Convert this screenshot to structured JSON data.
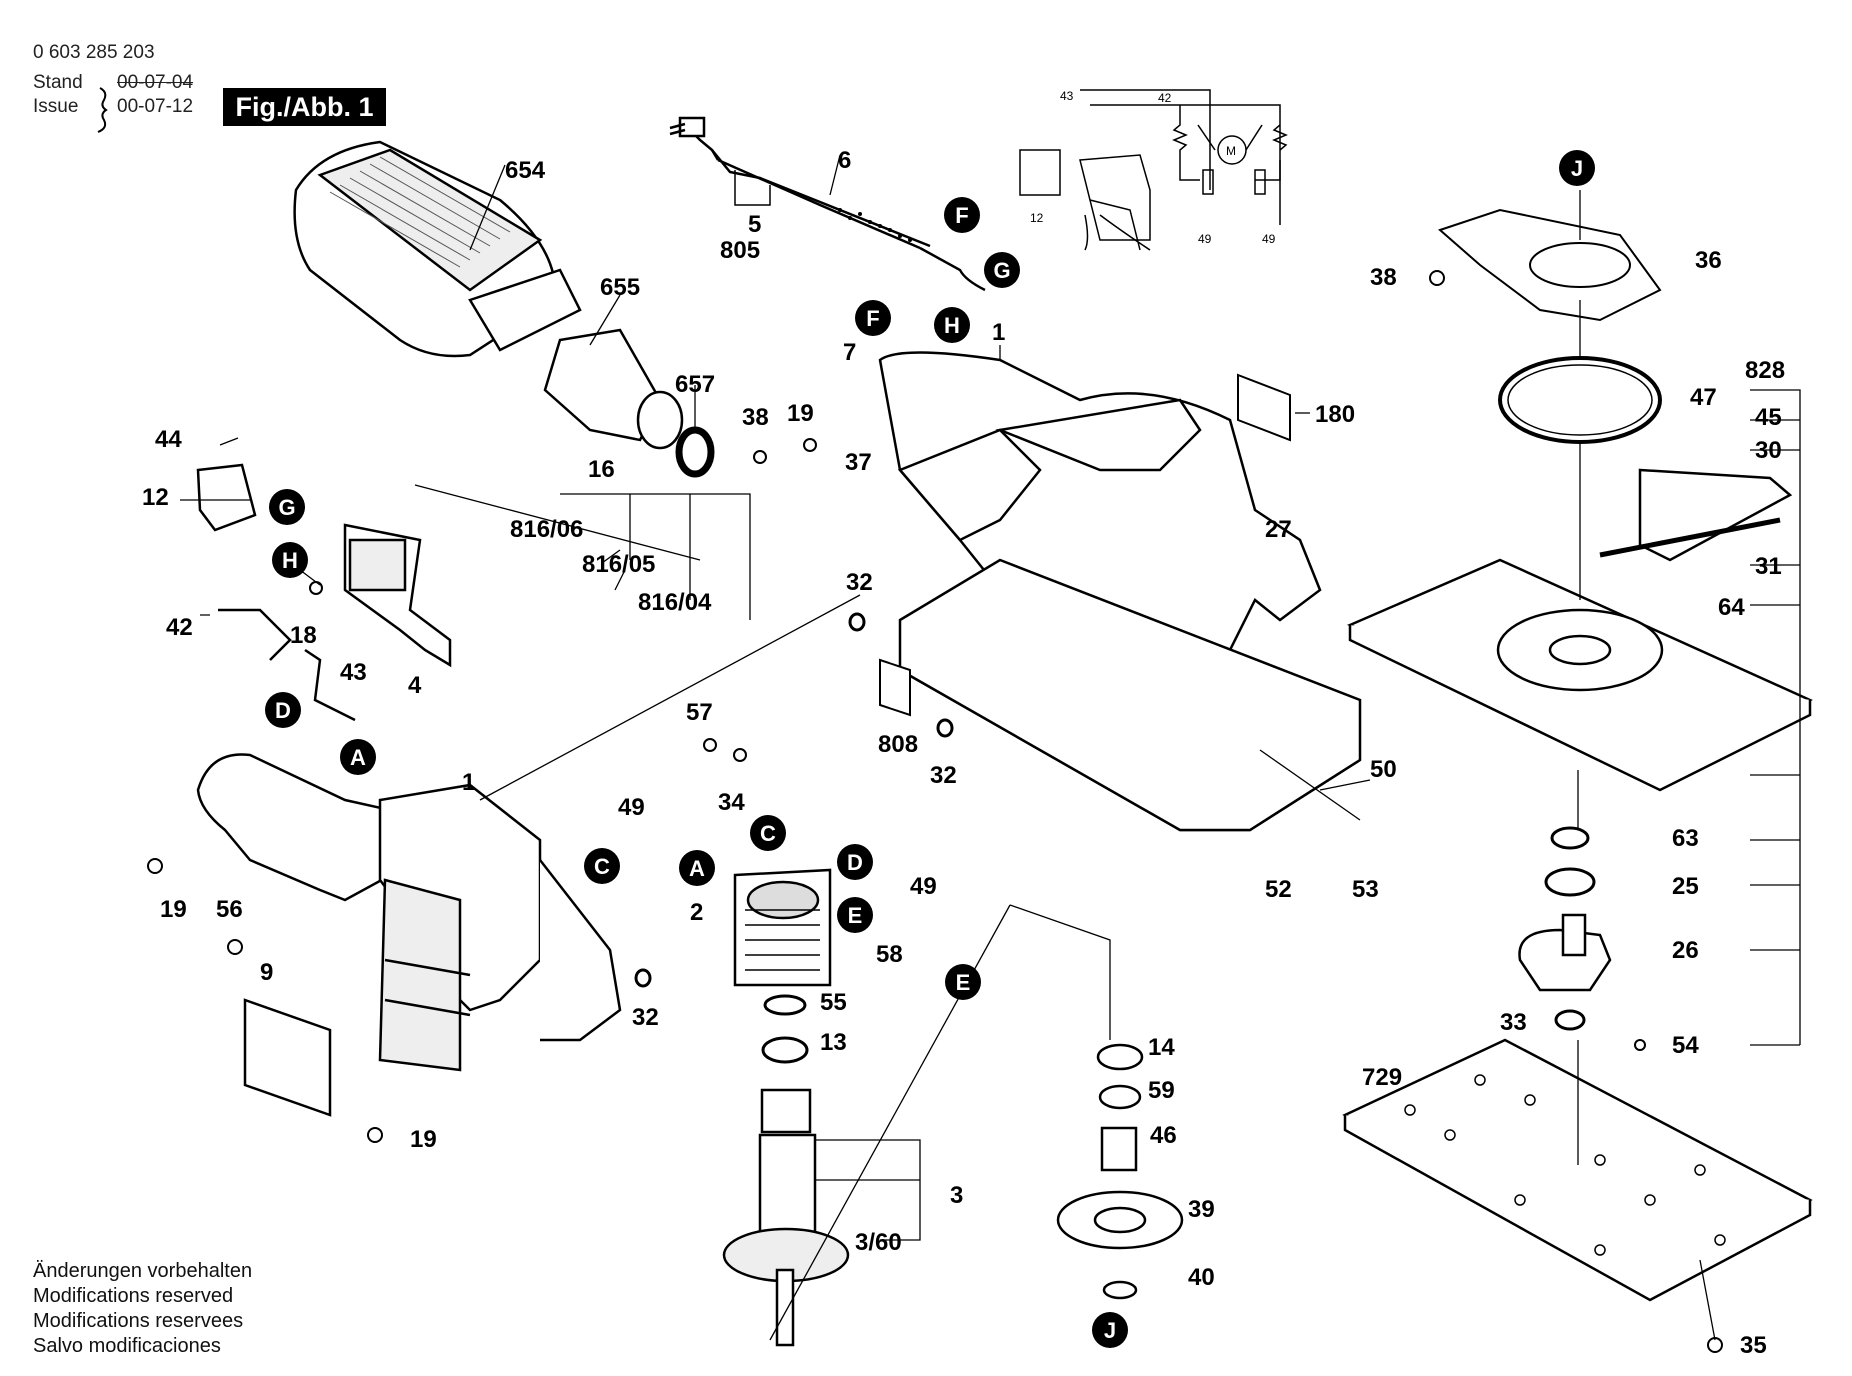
{
  "header": {
    "part_number": "0 603 285 203",
    "stand_label": "Stand",
    "stand_date": "00-07-04",
    "issue_label": "Issue",
    "issue_date": "00-07-12",
    "figure_label": "Fig./Abb. 1"
  },
  "footer_notes": [
    "Änderungen vorbehalten",
    "Modifications reserved",
    "Modifications reservees",
    "Salvo modificaciones"
  ],
  "parts": {
    "p654": "654",
    "p655": "655",
    "p657": "657",
    "p6": "6",
    "p5": "5",
    "p805": "805",
    "p1a": "1",
    "p1b": "1",
    "p7": "7",
    "p180": "180",
    "p38a": "38",
    "p19a": "19",
    "p37": "37",
    "p16": "16",
    "p816_06": "816/06",
    "p816_05": "816/05",
    "p816_04": "816/04",
    "p44": "44",
    "p12": "12",
    "p42": "42",
    "p18": "18",
    "p43": "43",
    "p4": "4",
    "p32a": "32",
    "p32b": "32",
    "p32c": "32",
    "p808": "808",
    "p57": "57",
    "p34": "34",
    "p49a": "49",
    "p49b": "49",
    "p27": "27",
    "p50": "50",
    "p52": "52",
    "p53": "53",
    "p19b": "19",
    "p56": "56",
    "p9": "9",
    "p19c": "19",
    "p2": "2",
    "p58": "58",
    "p55": "55",
    "p13": "13",
    "p3": "3",
    "p3_60": "3/60",
    "p14": "14",
    "p59": "59",
    "p46": "46",
    "p39": "39",
    "p40": "40",
    "p38b": "38",
    "p36": "36",
    "p828": "828",
    "p47": "47",
    "p45": "45",
    "p30": "30",
    "p31": "31",
    "p64": "64",
    "p63": "63",
    "p25": "25",
    "p26": "26",
    "p33": "33",
    "p54": "54",
    "p729": "729",
    "p35": "35"
  },
  "circuit": {
    "w43": "43",
    "w42": "42",
    "c12": "12",
    "c49a": "49",
    "c49b": "49",
    "motor": "M"
  },
  "markers": {
    "F1": "F",
    "G1": "G",
    "H1": "H",
    "F2": "F",
    "G2": "G",
    "H2": "H",
    "D1": "D",
    "A1": "A",
    "C1": "C",
    "C2": "C",
    "A2": "A",
    "D2": "D",
    "E1": "E",
    "E2": "E",
    "J1": "J",
    "J2": "J"
  }
}
